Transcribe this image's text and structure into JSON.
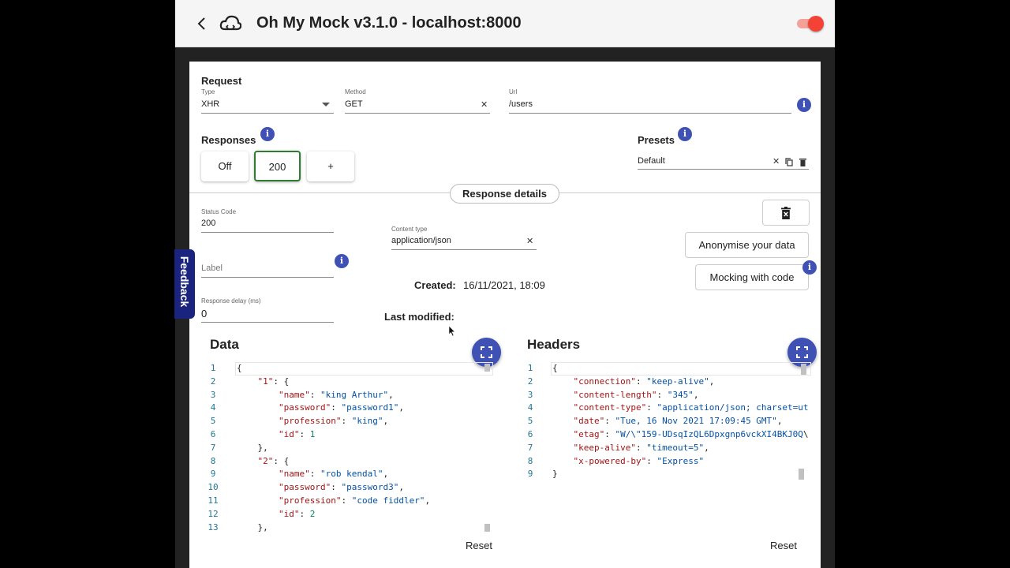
{
  "toolbar": {
    "title": "Oh My Mock v3.1.0 - localhost:8000",
    "back_icon": "chevron-left-icon",
    "logo_icon": "cloud-logo-icon",
    "toggle_on": true,
    "toggle_color": "#f44336"
  },
  "request": {
    "title": "Request",
    "type_label": "Type",
    "type_value": "XHR",
    "method_label": "Method",
    "method_value": "GET",
    "url_label": "Url",
    "url_value": "/users"
  },
  "responses": {
    "title": "Responses",
    "off_label": "Off",
    "status_label": "200",
    "add_label": "+"
  },
  "presets": {
    "title": "Presets",
    "value": "Default"
  },
  "details": {
    "pill": "Response details",
    "status_code_label": "Status Code",
    "status_code_value": "200",
    "content_type_label": "Content type",
    "content_type_value": "application/json",
    "label_placeholder": "Label",
    "delay_label": "Response delay (ms)",
    "delay_value": "0",
    "created_label": "Created:",
    "created_value": "16/11/2021, 18:09",
    "modified_label": "Last modified:",
    "anonymise_label": "Anonymise your data",
    "mocking_label": "Mocking with code"
  },
  "feedback": {
    "label": "Feedback"
  },
  "data_editor": {
    "title": "Data",
    "reset_label": "Reset",
    "lines": [
      "{",
      "    \"1\": {",
      "        \"name\": \"king Arthur\",",
      "        \"password\": \"password1\",",
      "        \"profession\": \"king\",",
      "        \"id\": 1",
      "    },",
      "    \"2\": {",
      "        \"name\": \"rob kendal\",",
      "        \"password\": \"password3\",",
      "        \"profession\": \"code fiddler\",",
      "        \"id\": 2",
      "    },"
    ]
  },
  "headers_editor": {
    "title": "Headers",
    "reset_label": "Reset",
    "lines": [
      "{",
      "    \"connection\": \"keep-alive\",",
      "    \"content-length\": \"345\",",
      "    \"content-type\": \"application/json; charset=ut",
      "    \"date\": \"Tue, 16 Nov 2021 17:09:45 GMT\",",
      "    \"etag\": \"W/\\\"159-UDsqIzQL6Dpxgnp6vckXI4BKJ0Q\\",
      "    \"keep-alive\": \"timeout=5\",",
      "    \"x-powered-by\": \"Express\"",
      "}"
    ]
  },
  "colors": {
    "accent": "#3f51b5",
    "active_outline": "#2e7d32",
    "json_key": "#a31515",
    "json_string": "#0451a5",
    "json_number": "#098658"
  }
}
